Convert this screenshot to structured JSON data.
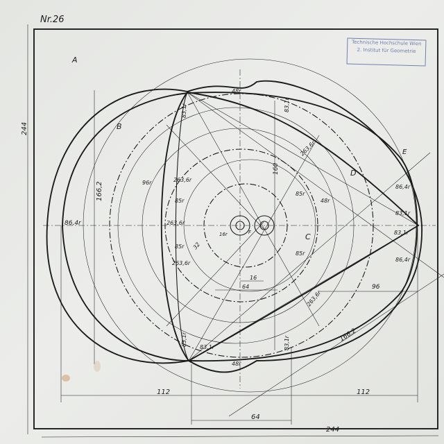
{
  "sheet": {
    "number": "Nr.26"
  },
  "stamp": {
    "line1": "Technische Hochschule Wien",
    "line2": "2. Institut für Geometrie"
  },
  "regions": [
    "A",
    "B",
    "C",
    "D",
    "E",
    "F"
  ],
  "dimensions": {
    "width_total": "244",
    "height_total": "244",
    "half_width_left": "112",
    "half_width_right": "112",
    "inner_width": "64",
    "offset_64": "64",
    "offset_16": "16",
    "right_96": "96",
    "height_160": "160",
    "diag_166": "166,2",
    "vert_166": "166,2"
  },
  "radii": {
    "r48_top": "48r",
    "r48_bottom": "48r",
    "r48_mid": "48r",
    "r83_left_top": "83,1r",
    "r83_left_bot": "83,1r",
    "r83_right_top": "83,1r",
    "r83_right_bot": "83,1r",
    "r83_right_a": "83,1r",
    "r83_right_b": "83,1r",
    "r83_bottom": "83,1r",
    "r86_left": "86,4r",
    "r86_right_top": "86,4r",
    "r86_right_bot": "86,4r",
    "r96": "96r",
    "r263_a": "263,6r",
    "r263_b": "263,6r",
    "r263_c": "263,6r",
    "r263_d": "263,6r",
    "r263_e": "263,6r",
    "r85_a": "85r",
    "r85_b": "85r",
    "r85_c": "85r",
    "r85_d": "85r",
    "r16": "16r",
    "r32": "32"
  }
}
